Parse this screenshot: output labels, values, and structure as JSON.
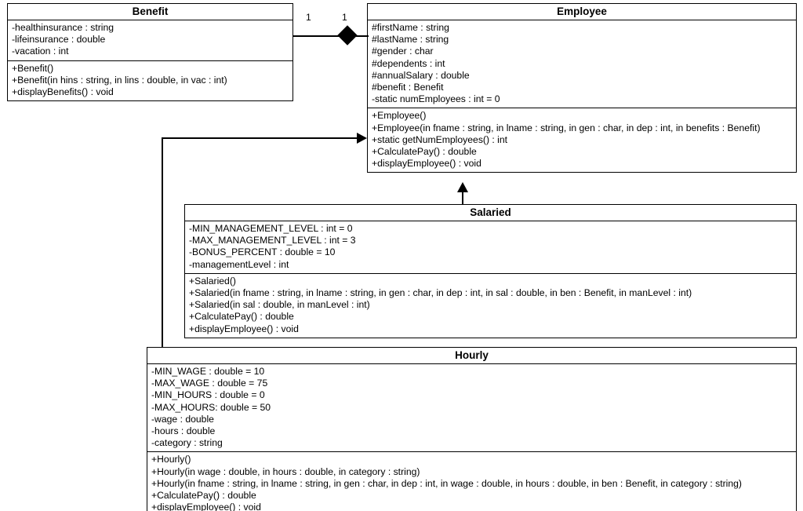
{
  "diagram": {
    "type": "uml-class-diagram",
    "classes": [
      {
        "id": "benefit",
        "name": "Benefit",
        "attributes": [
          "-healthinsurance : string",
          "-lifeinsurance : double",
          "-vacation : int"
        ],
        "operations": [
          "+Benefit()",
          "+Benefit(in hins : string, in lins : double, in vac : int)",
          "+displayBenefits() : void"
        ]
      },
      {
        "id": "employee",
        "name": "Employee",
        "attributes": [
          "#firstName : string",
          "#lastName : string",
          "#gender : char",
          "#dependents : int",
          "#annualSalary : double",
          "#benefit : Benefit",
          "-static numEmployees : int = 0"
        ],
        "operations": [
          "+Employee()",
          "+Employee(in fname : string, in lname : string, in gen : char, in dep : int, in benefits : Benefit)",
          "+static getNumEmployees() : int",
          "+CalculatePay() : double",
          "+displayEmployee() : void"
        ]
      },
      {
        "id": "salaried",
        "name": "Salaried",
        "attributes": [
          "-MIN_MANAGEMENT_LEVEL : int = 0",
          "-MAX_MANAGEMENT_LEVEL : int = 3",
          "-BONUS_PERCENT : double = 10",
          "-managementLevel : int"
        ],
        "operations": [
          "+Salaried()",
          "+Salaried(in  fname : string, in lname : string, in gen : char, in dep : int, in sal : double, in ben : Benefit, in manLevel : int)",
          "+Salaried(in sal : double, in manLevel : int)",
          "+CalculatePay() : double",
          "+displayEmployee() : void"
        ]
      },
      {
        "id": "hourly",
        "name": "Hourly",
        "attributes": [
          "-MIN_WAGE : double = 10",
          "-MAX_WAGE : double = 75",
          "-MIN_HOURS : double = 0",
          "-MAX_HOURS: double = 50",
          "-wage : double",
          "-hours : double",
          "-category : string"
        ],
        "operations": [
          "+Hourly()",
          "+Hourly(in wage : double, in hours : double, in category : string)",
          "+Hourly(in fname : string, in lname : string, in gen : char, in dep : int, in wage : double,  in hours : double, in ben : Benefit, in category : string)",
          "+CalculatePay() : double",
          "+displayEmployee() : void"
        ]
      }
    ],
    "relationships": [
      {
        "id": "benefit-employee",
        "kind": "composition",
        "source_multiplicity": "1",
        "target_multiplicity": "1"
      },
      {
        "id": "salaried-employee",
        "kind": "generalization"
      },
      {
        "id": "hourly-employee",
        "kind": "generalization"
      }
    ]
  }
}
